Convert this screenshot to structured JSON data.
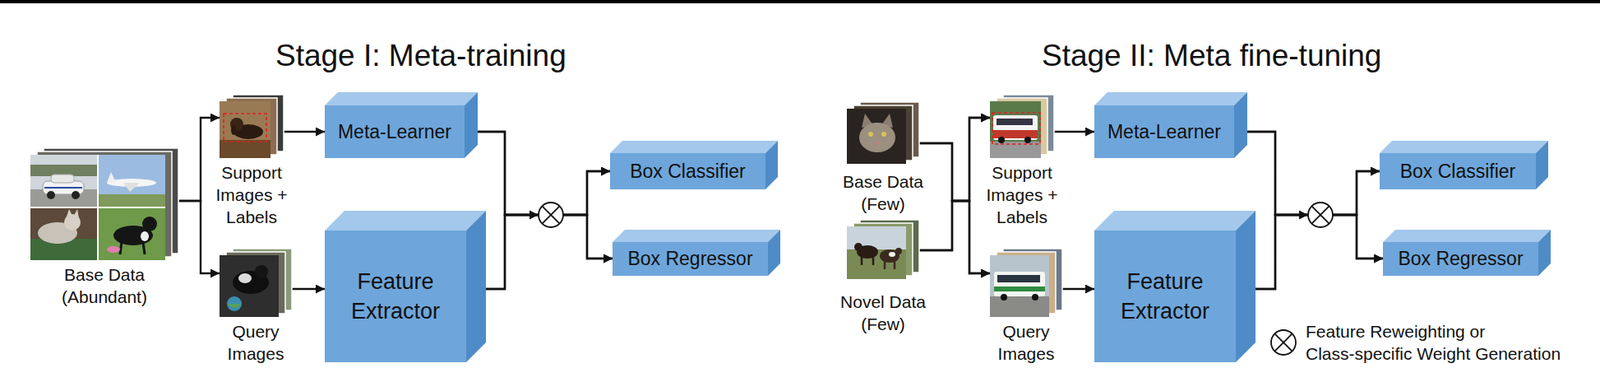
{
  "diagram": {
    "nodes": [
      {
        "text": [
          "Base Data (Abundant)"
        ]
      },
      {
        "text": [
          "Support Images + Labels"
        ]
      },
      {
        "text": [
          "Query Images"
        ]
      },
      {
        "text": [
          "Meta-Learner"
        ]
      },
      {
        "text": [
          "Feature Extractor"
        ]
      },
      {
        "text": [
          "Box Classifier"
        ]
      },
      {
        "text": [
          "Box Regressor"
        ]
      },
      {
        "text": [
          "Base Data (Few)"
        ]
      },
      {
        "text": [
          "Novel Data (Few)"
        ]
      },
      {
        "text": [
          "Support Images + Labels"
        ]
      },
      {
        "text": [
          "Query Images"
        ]
      },
      {
        "text": [
          "Meta-Learner"
        ]
      },
      {
        "text": [
          "Feature Extractor"
        ]
      },
      {
        "text": [
          "Box Classifier"
        ]
      },
      {
        "text": [
          "Box Regressor"
        ]
      }
    ],
    "edges": [
      {
        "from": 0,
        "to": 1,
        "arrow": "to"
      },
      {
        "from": 0,
        "to": 2,
        "arrow": "to"
      },
      {
        "from": 1,
        "to": 3,
        "arrow": "to"
      },
      {
        "from": 2,
        "to": 4,
        "arrow": "to"
      },
      {
        "from": 3,
        "to": 5,
        "arrow": "to"
      },
      {
        "from": 3,
        "to": 6,
        "arrow": "to"
      },
      {
        "from": 4,
        "to": 5,
        "arrow": "to"
      },
      {
        "from": 4,
        "to": 6,
        "arrow": "to"
      },
      {
        "from": 7,
        "to": 9,
        "arrow": "to"
      },
      {
        "from": 7,
        "to": 10,
        "arrow": "to"
      },
      {
        "from": 8,
        "to": 9,
        "arrow": "to"
      },
      {
        "from": 8,
        "to": 10,
        "arrow": "to"
      },
      {
        "from": 9,
        "to": 11,
        "arrow": "to"
      },
      {
        "from": 10,
        "to": 12,
        "arrow": "to"
      },
      {
        "from": 11,
        "to": 13,
        "arrow": "to"
      },
      {
        "from": 11,
        "to": 14,
        "arrow": "to"
      },
      {
        "from": 12,
        "to": 13,
        "arrow": "to"
      },
      {
        "from": 12,
        "to": 14,
        "arrow": "to"
      }
    ],
    "labels": [
      "Stage I: Meta-training",
      "Stage II: Meta fine-tuning"
    ],
    "legend": [
      {
        "text": "Feature Reweighting or Class-specific Weight Generation"
      }
    ]
  }
}
